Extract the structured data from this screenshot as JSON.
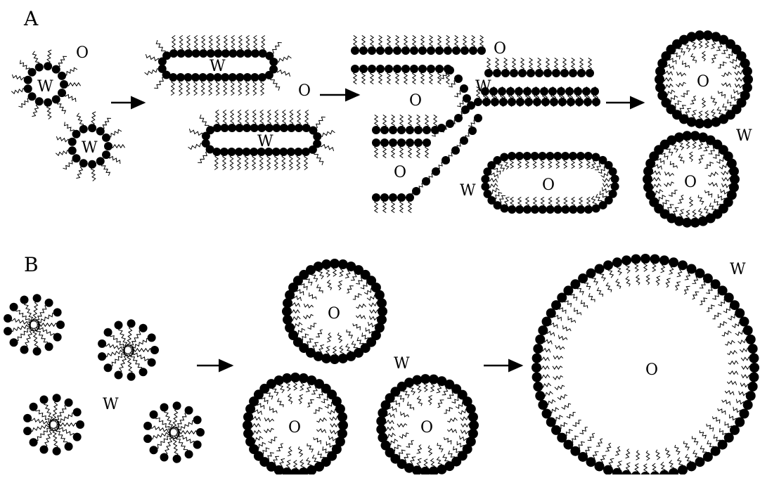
{
  "colors": {
    "ink": "#000000",
    "background": "#ffffff"
  },
  "panels": {
    "a": {
      "label": "A"
    },
    "b": {
      "label": "B"
    }
  },
  "labels": {
    "water": "W",
    "oil": "O"
  }
}
